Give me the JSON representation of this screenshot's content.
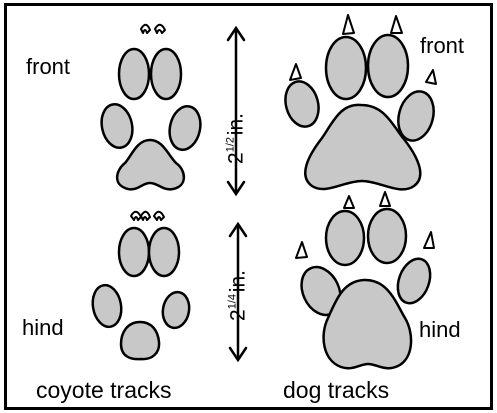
{
  "labels": {
    "front_left": "front",
    "front_right": "front",
    "hind_left": "hind",
    "hind_right": "hind",
    "coyote_caption": "coyote tracks",
    "dog_caption": "dog tracks"
  },
  "dimensions": {
    "front": {
      "whole": "2",
      "fraction": "1/2",
      "unit": "in."
    },
    "hind": {
      "whole": "2",
      "fraction": "1/4",
      "unit": "in."
    }
  },
  "colors": {
    "pad_fill": "#c8c8c8",
    "outline": "#000000",
    "background": "#ffffff"
  }
}
